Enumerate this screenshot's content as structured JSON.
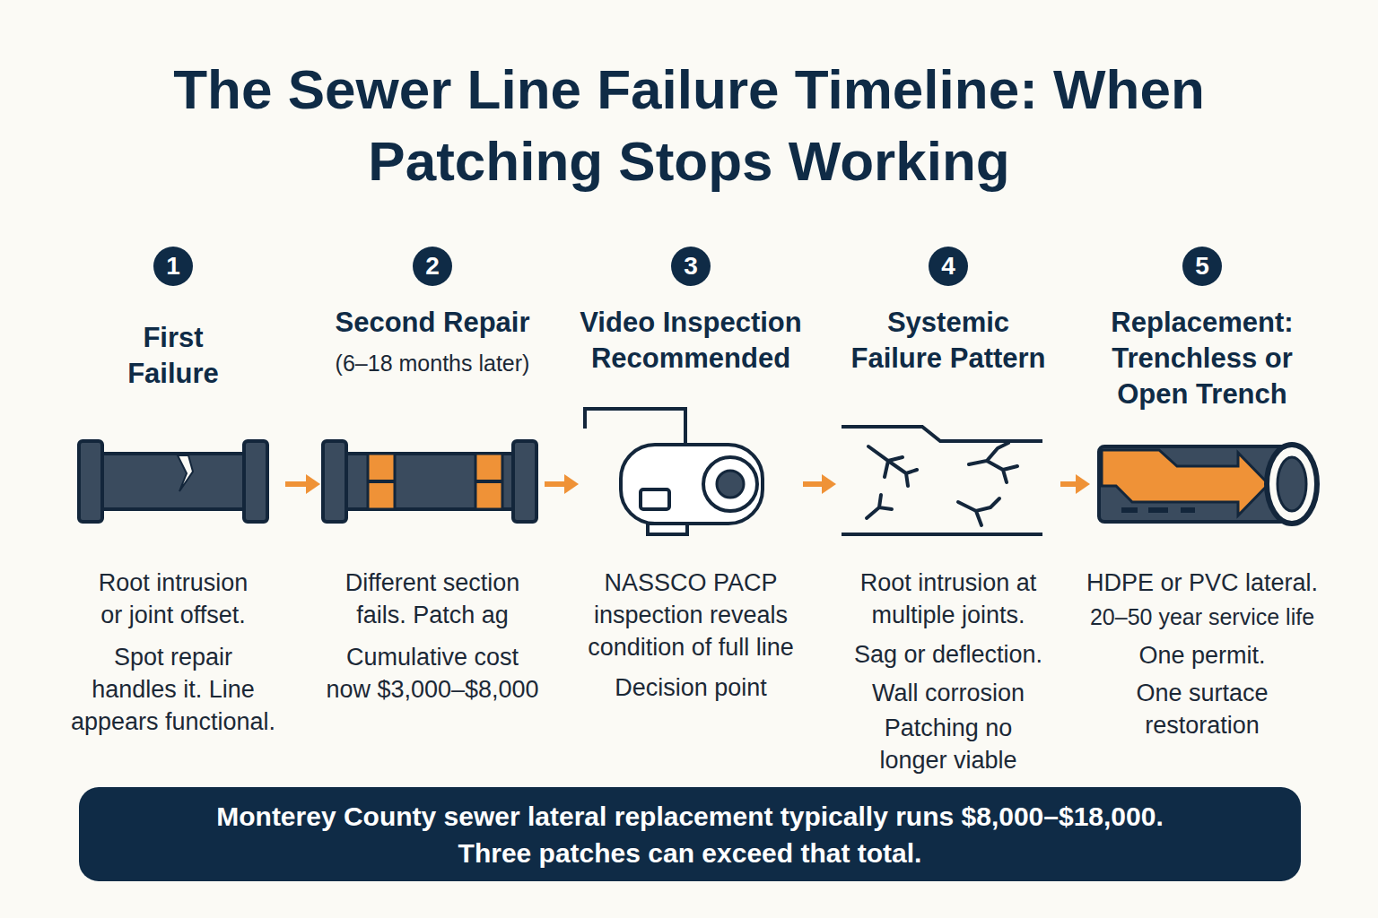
{
  "diagram": {
    "title": "The Sewer Line Failure Timeline: When Patching Stops Working",
    "nodes": [
      {
        "text": [
          "First Failure",
          "Root intrusion or joint offset.",
          "Spot repair handles it. Line appears functional."
        ]
      },
      {
        "text": [
          "1"
        ],
        "in": 0
      },
      {
        "text": [
          "Second Repair",
          "(6–18 months later)",
          "Different section fails. Patch ag",
          "Cumulative cost now $3,000–$8,000"
        ]
      },
      {
        "text": [
          "2"
        ],
        "in": 2
      },
      {
        "text": [
          "Video Inspection Recommended",
          "NASSCO PACP inspection reveals condition of full line",
          "Decision point"
        ]
      },
      {
        "text": [
          "3"
        ],
        "in": 4
      },
      {
        "text": [
          "Systemic Failure Pattern",
          "Root intrusion at multiple joints.",
          "Sag or deflection.",
          "Wall corrosion",
          "Patching no longer viable"
        ]
      },
      {
        "text": [
          "4"
        ],
        "in": 6
      },
      {
        "text": [
          "Replacement: Trenchless or Open Trench",
          "HDPE or PVC lateral.",
          "20–50 year service life",
          "One permit.",
          "One surtace restoration"
        ]
      },
      {
        "text": [
          "5"
        ],
        "in": 8
      },
      {
        "text": [
          "Monterey County sewer lateral replacement typically runs $8,000–$18,000.",
          "Three patches can exceed that total."
        ]
      }
    ],
    "edges": [
      {
        "from": 0,
        "to": 2,
        "arrow": "to"
      },
      {
        "from": 2,
        "to": 4,
        "arrow": "to"
      },
      {
        "from": 4,
        "to": 6,
        "arrow": "to"
      },
      {
        "from": 6,
        "to": 8,
        "arrow": "to"
      }
    ]
  }
}
